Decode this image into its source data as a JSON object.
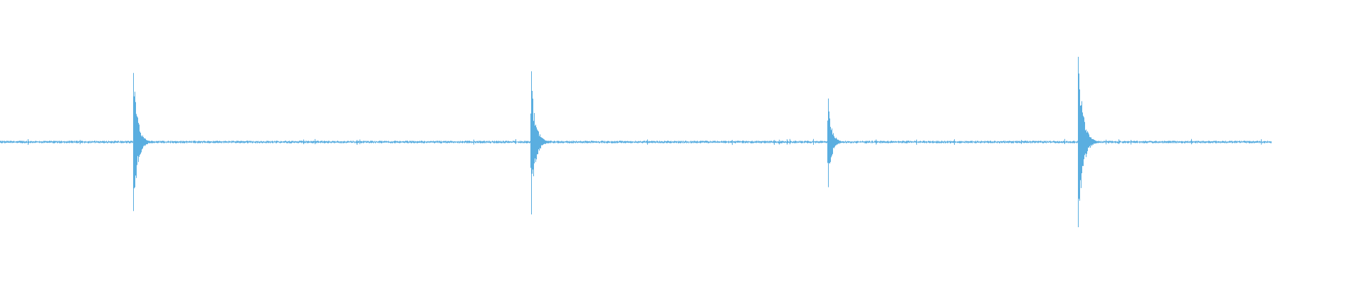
{
  "waveform": {
    "color": "#5aaee0",
    "background": "#ffffff",
    "duration_fraction": 0.93,
    "transients": [
      {
        "t": 0.0976,
        "peak_pos": 0.81,
        "peak_neg": 0.81,
        "decay": 0.6
      },
      {
        "t": 0.3883,
        "peak_pos": 0.83,
        "peak_neg": 0.85,
        "decay": 0.6
      },
      {
        "t": 0.6055,
        "peak_pos": 0.51,
        "peak_neg": 0.53,
        "decay": 0.5
      },
      {
        "t": 0.7888,
        "peak_pos": 1.0,
        "peak_neg": 1.0,
        "decay": 0.7
      }
    ],
    "noise_level": 0.012
  }
}
